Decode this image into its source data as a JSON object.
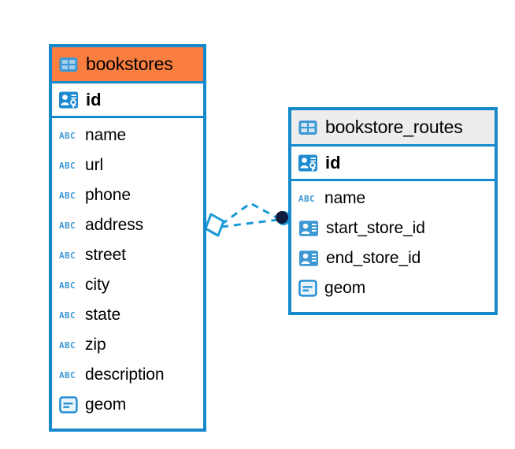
{
  "diagram": {
    "type": "entity-relationship-diagram",
    "colors": {
      "accent_blue": "#1589cc",
      "selected_header": "#f97e3f",
      "normal_header": "#ededed",
      "icon_blue": "#3d97d3",
      "endpoint_dark": "#0d1b3e",
      "background": "#ffffff"
    }
  },
  "tables": [
    {
      "name": "bookstores",
      "header_icon": "table-icon",
      "selected": true,
      "primary_key": {
        "label": "id",
        "icon": "primary-key-icon"
      },
      "fields": [
        {
          "label": "name",
          "icon": "text-type-icon"
        },
        {
          "label": "url",
          "icon": "text-type-icon"
        },
        {
          "label": "phone",
          "icon": "text-type-icon"
        },
        {
          "label": "address",
          "icon": "text-type-icon"
        },
        {
          "label": "street",
          "icon": "text-type-icon"
        },
        {
          "label": "city",
          "icon": "text-type-icon"
        },
        {
          "label": "state",
          "icon": "text-type-icon"
        },
        {
          "label": "zip",
          "icon": "text-type-icon"
        },
        {
          "label": "description",
          "icon": "text-type-icon"
        },
        {
          "label": "geom",
          "icon": "geometry-type-icon"
        }
      ]
    },
    {
      "name": "bookstore_routes",
      "header_icon": "table-icon",
      "selected": false,
      "primary_key": {
        "label": "id",
        "icon": "primary-key-icon"
      },
      "fields": [
        {
          "label": "name",
          "icon": "text-type-icon"
        },
        {
          "label": "start_store_id",
          "icon": "foreign-key-icon"
        },
        {
          "label": "end_store_id",
          "icon": "foreign-key-icon"
        },
        {
          "label": "geom",
          "icon": "geometry-type-icon"
        }
      ]
    }
  ],
  "relationship": {
    "from_table": "bookstores",
    "to_table": "bookstore_routes",
    "source_marker": "diamond-marker",
    "target_marker": "filled-circle-marker",
    "line_style": "dashed",
    "line_count": 2
  }
}
